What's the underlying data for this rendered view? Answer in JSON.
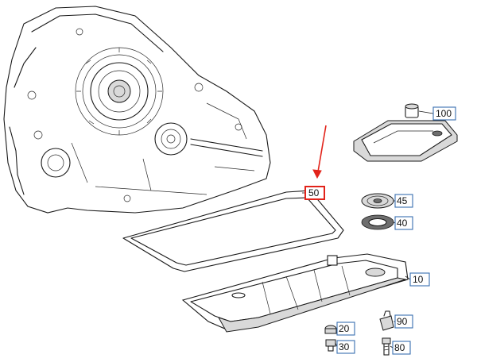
{
  "callouts": [
    {
      "id": "100",
      "label": "100"
    },
    {
      "id": "50",
      "label": "50",
      "highlighted": true
    },
    {
      "id": "45",
      "label": "45"
    },
    {
      "id": "40",
      "label": "40"
    },
    {
      "id": "10",
      "label": "10"
    },
    {
      "id": "90",
      "label": "90"
    },
    {
      "id": "20",
      "label": "20"
    },
    {
      "id": "30",
      "label": "30"
    },
    {
      "id": "80",
      "label": "80"
    }
  ],
  "colors": {
    "callout_border": "#3a6fb0",
    "highlight": "#e2231a",
    "line": "#1a1a1a"
  }
}
